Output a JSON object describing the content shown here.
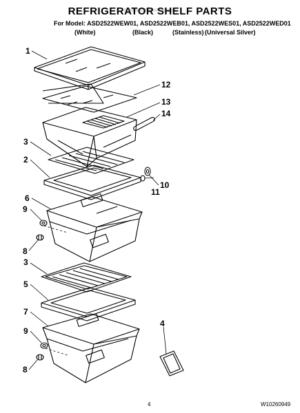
{
  "header": {
    "title": "REFRIGERATOR SHELF PARTS",
    "watermark": "AppliancePartsPros.com",
    "model_line": "For Model: ASD2522WEW01, ASD2522WEB01, ASD2522WES01, ASD2522WED01",
    "colors": [
      "(White)",
      "(Black)",
      "(Stainless)",
      "(Universal Silver)"
    ]
  },
  "callouts": {
    "n1": "1",
    "n12": "12",
    "n13": "13",
    "n14": "14",
    "n3a": "3",
    "n2": "2",
    "n10": "10",
    "n11": "11",
    "n6": "6",
    "n9a": "9",
    "n8a": "8",
    "n3b": "3",
    "n5": "5",
    "n7": "7",
    "n4": "4",
    "n9b": "9",
    "n8b": "8"
  },
  "footer": {
    "page": "4",
    "doc_number": "W10260949"
  }
}
